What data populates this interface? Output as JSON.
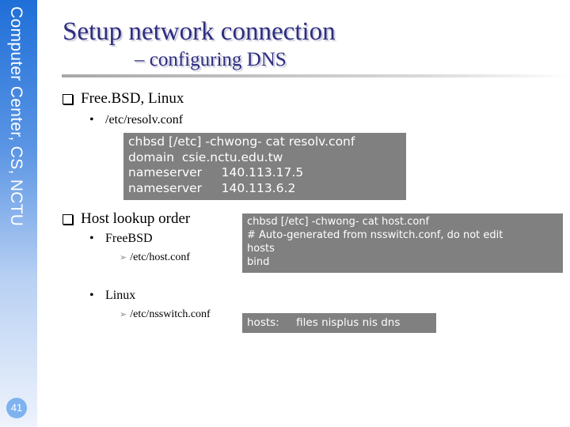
{
  "sidebar": {
    "text": "Computer Center, CS, NCTU",
    "page_number": "41"
  },
  "title": "Setup network connection",
  "subtitle": "– configuring DNS",
  "sections": [
    {
      "label": "Free.BSD, Linux",
      "items": [
        {
          "label": "/etc/resolv.conf"
        }
      ]
    },
    {
      "label": "Host lookup order",
      "items": [
        {
          "label": "FreeBSD",
          "sub": "/etc/host.conf"
        },
        {
          "label": "Linux",
          "sub": "/etc/nsswitch.conf"
        }
      ]
    }
  ],
  "terminals": {
    "resolv": [
      "chbsd [/etc] -chwong- cat resolv.conf",
      "domain  csie.nctu.edu.tw",
      "nameserver     140.113.17.5",
      "nameserver     140.113.6.2"
    ],
    "hostconf": [
      "chbsd [/etc] -chwong- cat host.conf",
      "# Auto-generated from nsswitch.conf, do not edit",
      "hosts",
      "bind"
    ],
    "nsswitch": [
      "hosts:     files nisplus nis dns"
    ]
  },
  "colors": {
    "title": "#2d2d80",
    "terminal_bg": "#808080",
    "sidebar_top": "#1f6fd8"
  }
}
